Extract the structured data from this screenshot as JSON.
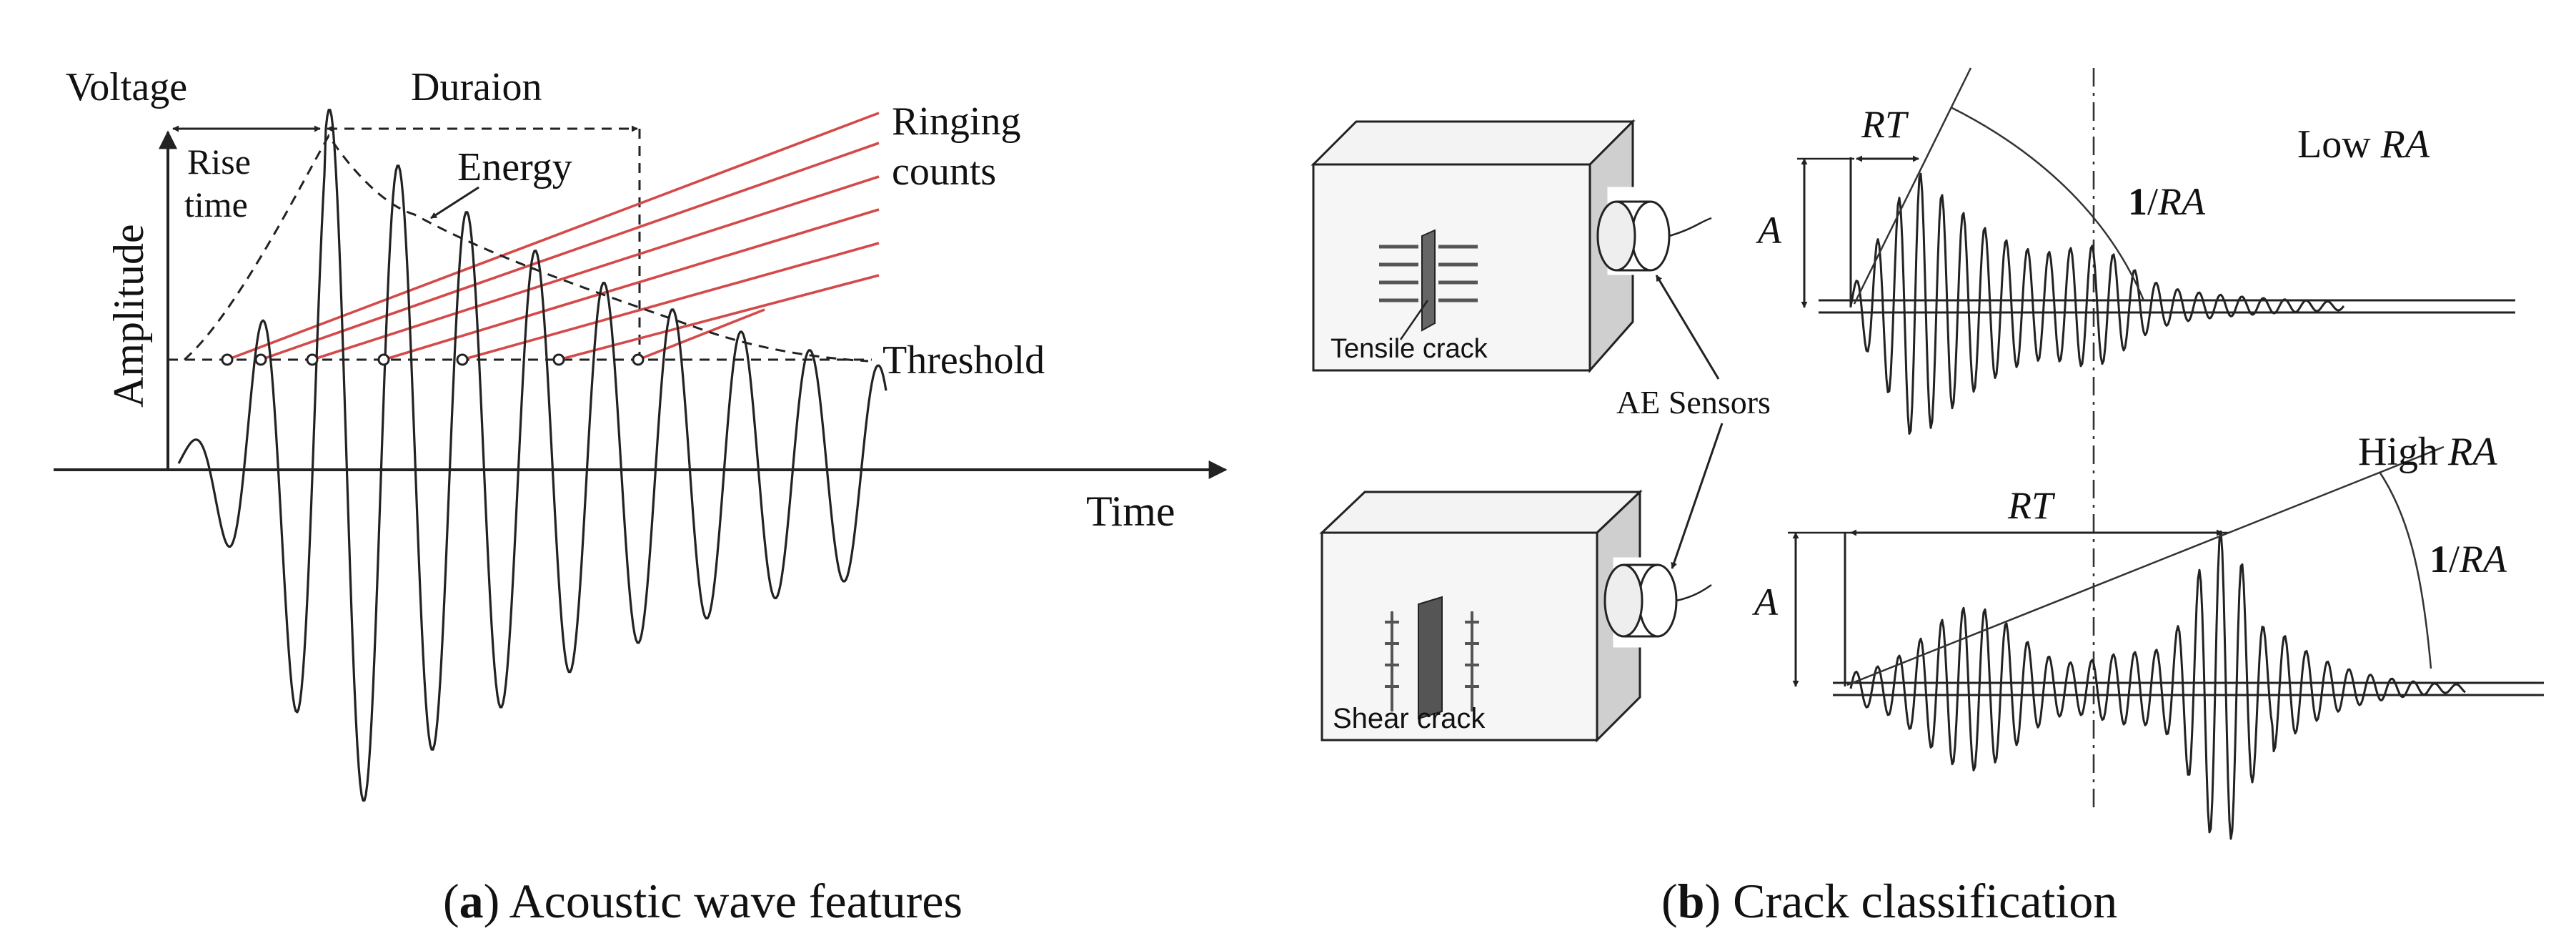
{
  "panel_a": {
    "labels": {
      "voltage": "Voltage",
      "duration": "Duraion",
      "rise_time_1": "Rise",
      "rise_time_2": "time",
      "energy": "Energy",
      "ringing_1": "Ringing",
      "ringing_2": "counts",
      "threshold": "Threshold",
      "amplitude": "Amplitude",
      "time": "Time"
    },
    "caption_letter": "a",
    "caption_text": "Acoustic wave features"
  },
  "panel_b": {
    "tensile_label": "Tensile crack",
    "shear_label": "Shear crack",
    "sensors_label": "AE Sensors",
    "low_ra": {
      "prefix": "Low ",
      "ra": "RA"
    },
    "high_ra": {
      "prefix": "High ",
      "ra": "RA"
    },
    "rt": "RT",
    "a": "A",
    "inv_ra": {
      "one": "1",
      "slash": "/",
      "ra": "RA"
    },
    "caption_letter": "b",
    "caption_text": "Crack classification"
  },
  "colors": {
    "ringing_lines": "#d44a4a",
    "ink": "#222222",
    "block_side": "#cfcfcf"
  }
}
